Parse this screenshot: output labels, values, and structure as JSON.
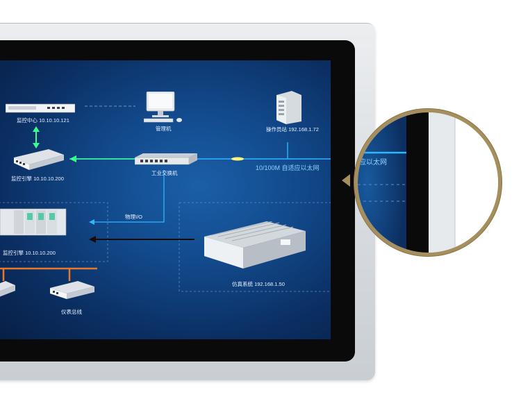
{
  "colors": {
    "bezel": "#d9dde1",
    "frame": "#0a0a0a",
    "screen_bg": "#124a8c",
    "label_text": "#e8f2ff",
    "network_text": "#8fd3ff",
    "ethernet_line": "#2fb6ff",
    "green_arrow": "#3bff8f",
    "dark_arrow": "#1a0a0a",
    "bus_line": "#e8782c",
    "magnifier_ring": "#a58f5e"
  },
  "diagram": {
    "monitor_center": "监控中心 10.10.10.121",
    "management_pc": "管理机",
    "operator_station": "操作员站 192.168.1.72",
    "industrial_switch": "工业交换机",
    "network_label": "10/100M 自适应以太网",
    "monitor_engine_top": "监控引擎 10.10.10.200",
    "physical_io": "物理I/O",
    "monitor_engine_bottom": "监控引擎 10.10.10.200",
    "simulation_system": "仿真系统 192.168.1.50",
    "instrument_bus": "仪表总线"
  },
  "magnifier": {
    "zoom_text": "应以太网"
  }
}
